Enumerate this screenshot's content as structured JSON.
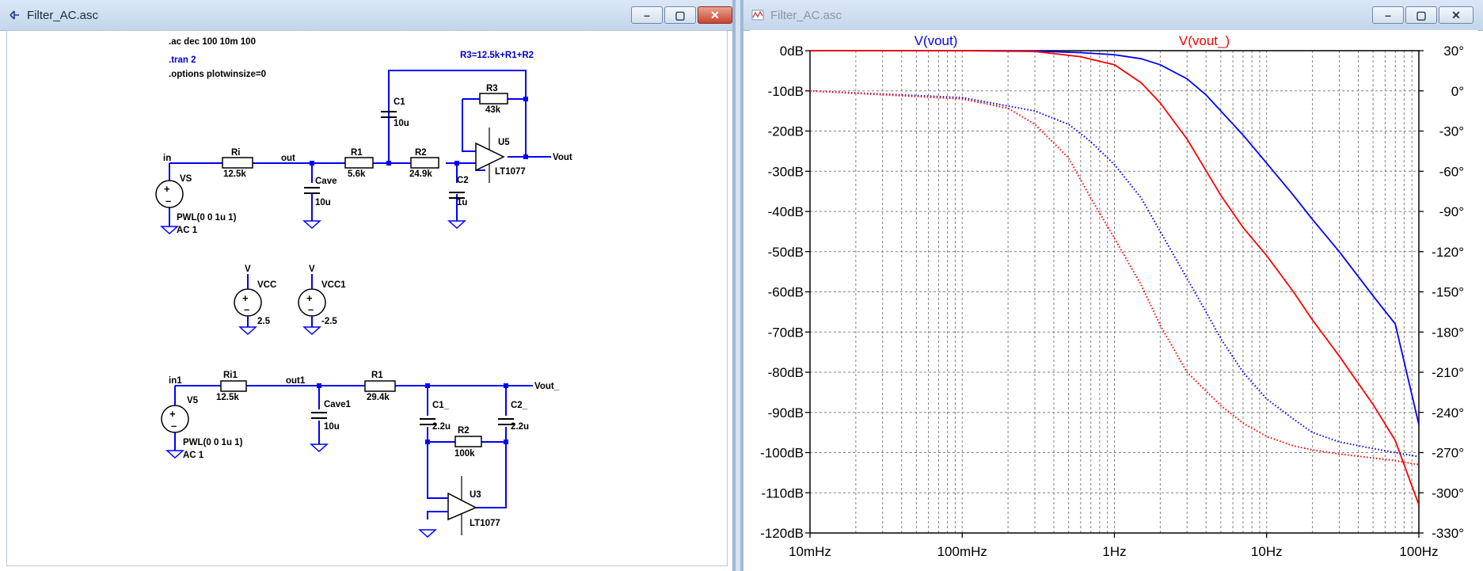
{
  "windows": {
    "schematic": {
      "title": "Filter_AC.asc"
    },
    "plot": {
      "title": "Filter_AC.asc"
    }
  },
  "schematic": {
    "directives": {
      "ac": ".ac dec 100 10m 100",
      "tran": ".tran 2",
      "options": ".options plotwinsize=0",
      "param": "R3=12.5k+R1+R2"
    },
    "circuit1": {
      "in_label": "in",
      "out_label": "out",
      "vout_label": "Vout",
      "ri_name": "Ri",
      "ri_value": "12.5k",
      "r1_name": "R1",
      "r1_value": "5.6k",
      "r2_name": "R2",
      "r2_value": "24.9k",
      "r3_name": "R3",
      "r3_value": "43k",
      "c1_name": "C1",
      "c1_value": "10u",
      "c2_name": "C2",
      "c2_value": "1u",
      "cave_name": "Cave",
      "cave_value": "10u",
      "vs_name": "VS",
      "vs_value1": "PWL(0 0 1u 1)",
      "vs_value2": "AC 1",
      "opamp_name": "U5",
      "opamp_model": "LT1077"
    },
    "supplies": {
      "vcc_name": "VCC",
      "vcc_value": "2.5",
      "vcc1_name": "VCC1",
      "vcc1_value": "-2.5",
      "pin_v": "V"
    },
    "circuit2": {
      "in_label": "in1",
      "out_label": "out1",
      "vout_label": "Vout_",
      "ri_name": "Ri1",
      "ri_value": "12.5k",
      "r1_name": "R1",
      "r1_value": "29.4k",
      "r2_name": "R2",
      "r2_value": "100k",
      "c1_name": "C1_",
      "c1_value": "2.2u",
      "c2_name": "C2_",
      "c2_value": "2.2u",
      "cave_name": "Cave1",
      "cave_value": "10u",
      "vs_name": "V5",
      "vs_value1": "PWL(0 0 1u 1)",
      "vs_value2": "AC 1",
      "opamp_name": "U3",
      "opamp_model": "LT1077"
    }
  },
  "chart_data": {
    "type": "line",
    "xscale": "log",
    "xlim": [
      0.01,
      100
    ],
    "ylim": [
      -120,
      0
    ],
    "y2lim": [
      -330,
      30
    ],
    "grid": true,
    "x_ticks": [
      "10mHz",
      "100mHz",
      "1Hz",
      "10Hz",
      "100Hz"
    ],
    "y_ticks": [
      "0dB",
      "-10dB",
      "-20dB",
      "-30dB",
      "-40dB",
      "-50dB",
      "-60dB",
      "-70dB",
      "-80dB",
      "-90dB",
      "-100dB",
      "-110dB",
      "-120dB"
    ],
    "y2_ticks": [
      "30°",
      "0°",
      "-30°",
      "-60°",
      "-90°",
      "-120°",
      "-150°",
      "-180°",
      "-210°",
      "-240°",
      "-270°",
      "-300°",
      "-330°"
    ],
    "colors": {
      "vout": "#0000ff",
      "vout_": "#ff0000",
      "grid": "#808080"
    },
    "series": [
      {
        "name": "V(vout)",
        "color": "#0000ff",
        "style": "solid",
        "axis": "magnitude",
        "x": [
          0.01,
          0.1,
          0.3,
          0.6,
          1,
          1.5,
          2,
          3,
          4,
          5,
          7,
          10,
          15,
          20,
          30,
          50,
          70,
          100
        ],
        "y": [
          0,
          0,
          -0.1,
          -0.5,
          -1,
          -2,
          -3.5,
          -7,
          -11,
          -15,
          -21,
          -28,
          -36,
          -42,
          -50,
          -61,
          -68,
          -93
        ]
      },
      {
        "name": "V(vout_)",
        "color": "#ff0000",
        "style": "solid",
        "axis": "magnitude",
        "x": [
          0.01,
          0.1,
          0.3,
          0.6,
          1,
          1.5,
          2,
          3,
          5,
          7,
          10,
          15,
          20,
          30,
          50,
          70,
          100
        ],
        "y": [
          0,
          0,
          -0.2,
          -1.5,
          -3.5,
          -8,
          -13,
          -22,
          -36,
          -44,
          -51,
          -60,
          -67,
          -76,
          -88,
          -97,
          -113
        ]
      },
      {
        "name": "V(vout) phase",
        "color": "#0000ff",
        "style": "dotted",
        "axis": "phase",
        "x": [
          0.01,
          0.1,
          0.3,
          0.5,
          0.7,
          1,
          1.5,
          2,
          3,
          4,
          5,
          7,
          10,
          15,
          20,
          30,
          50,
          70,
          100
        ],
        "y": [
          0,
          -5,
          -15,
          -25,
          -38,
          -55,
          -80,
          -105,
          -140,
          -165,
          -185,
          -210,
          -230,
          -245,
          -255,
          -262,
          -267,
          -270,
          -273
        ]
      },
      {
        "name": "V(vout_) phase",
        "color": "#ff0000",
        "style": "dotted",
        "axis": "phase",
        "x": [
          0.01,
          0.1,
          0.2,
          0.3,
          0.5,
          0.7,
          1,
          1.5,
          2,
          3,
          5,
          7,
          10,
          15,
          20,
          30,
          50,
          70,
          100
        ],
        "y": [
          0,
          -6,
          -13,
          -25,
          -50,
          -80,
          -110,
          -145,
          -175,
          -210,
          -235,
          -248,
          -258,
          -265,
          -268,
          -271,
          -274,
          -276,
          -279
        ]
      }
    ]
  }
}
